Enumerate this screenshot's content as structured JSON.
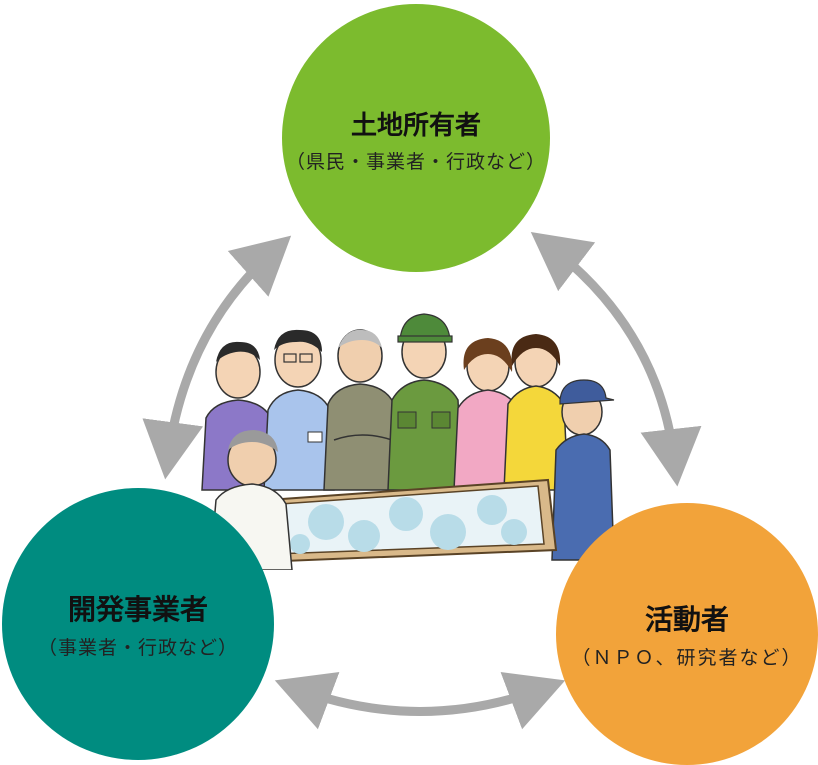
{
  "nodes": {
    "top": {
      "title": "土地所有者",
      "subtitle": "（県民・事業者・行政など）",
      "color": "#7cbb2e"
    },
    "left": {
      "title": "開発事業者",
      "subtitle": "（事業者・行政など）",
      "color": "#008c80"
    },
    "right": {
      "title": "活動者",
      "subtitle": "（ＮＰＯ、研究者など）",
      "color": "#f2a33a"
    }
  },
  "arrow_color": "#a9a9a9",
  "illustration": {
    "icon": "people-around-map-table-illustration"
  }
}
